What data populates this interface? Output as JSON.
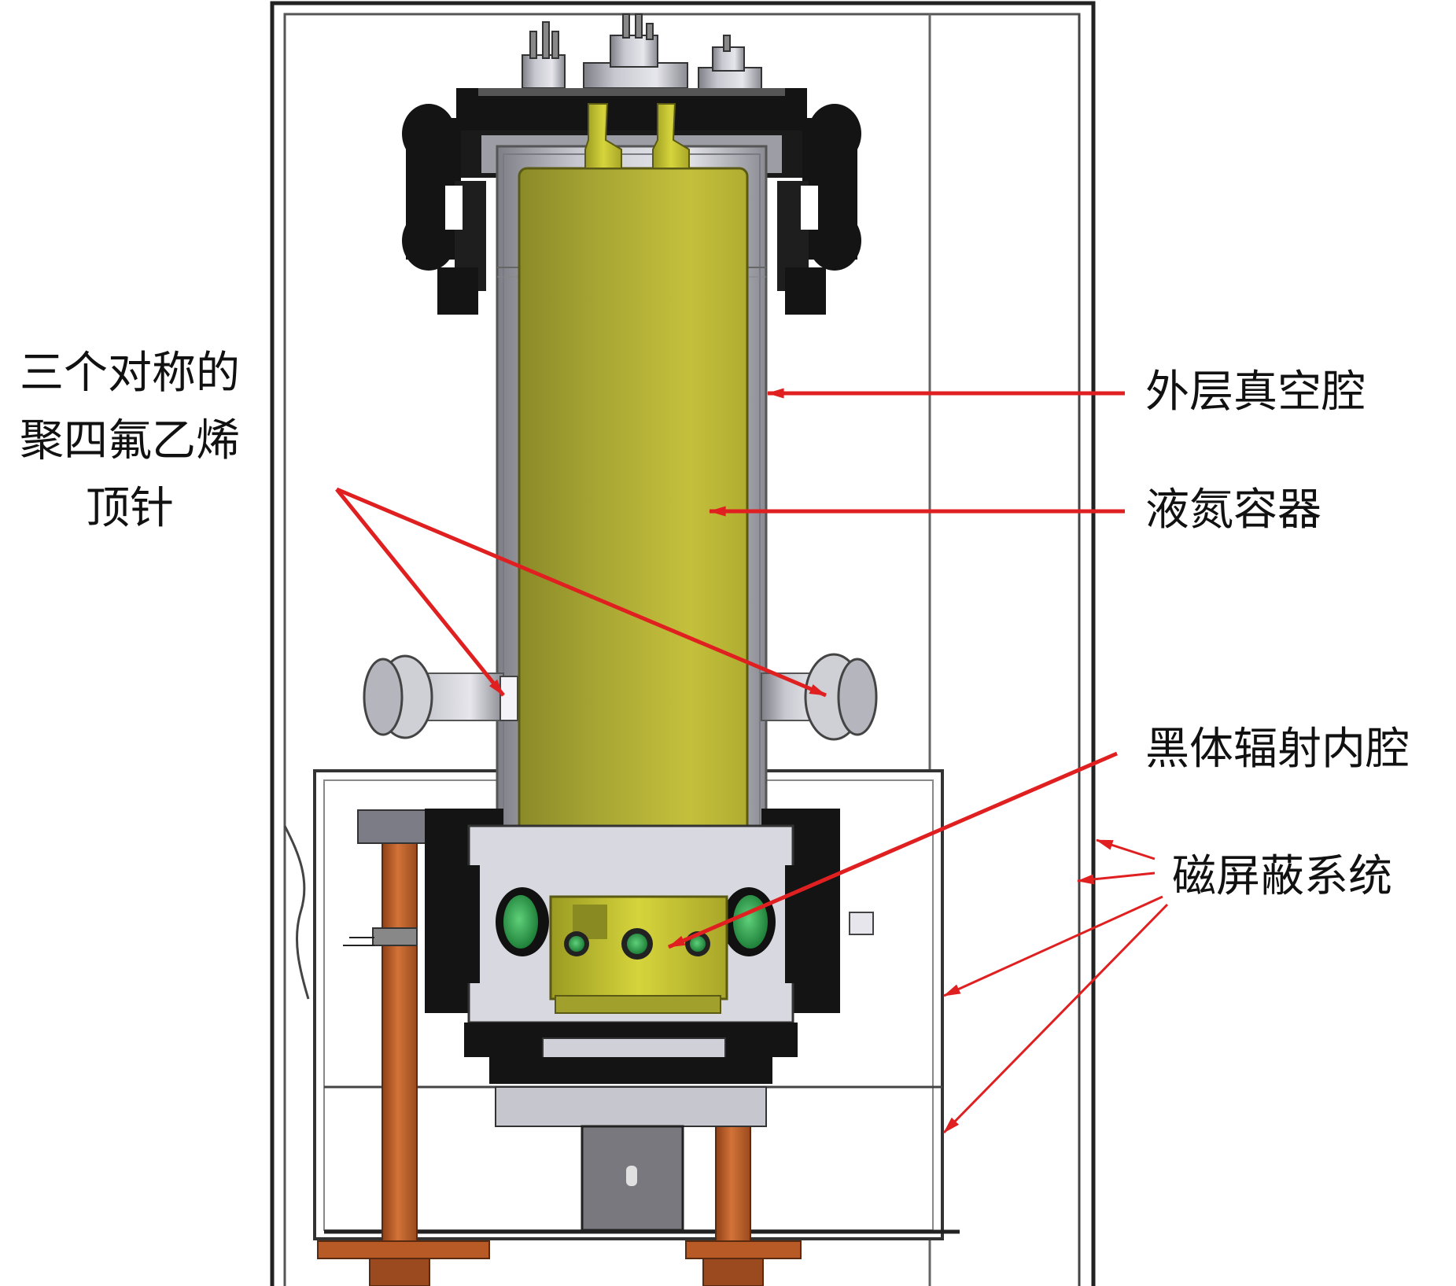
{
  "labels": {
    "ptfe_pins": [
      "三个对称的",
      "聚四氟乙烯",
      "顶针"
    ],
    "outer_vacuum_chamber": "外层真空腔",
    "ln2_container": "液氮容器",
    "blackbody_cavity": "黑体辐射内腔",
    "magnetic_shield": "磁屏蔽系统"
  },
  "colors": {
    "ln2_container": "#b8b432",
    "chamber_steel": "#bfbfc6",
    "flange_black": "#141414",
    "copper_legs": "#c0622c",
    "arrows": "#e02020",
    "cavity_window": "#2aa84a"
  }
}
